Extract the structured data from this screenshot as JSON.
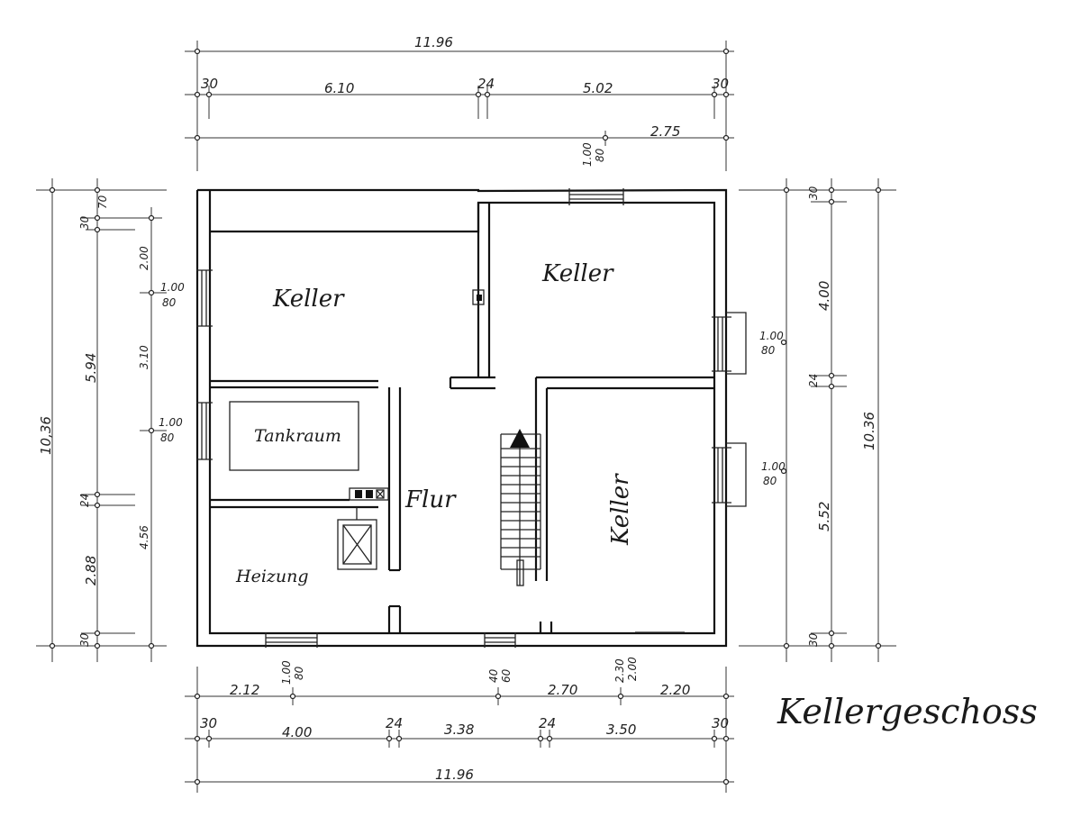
{
  "title": "Kellergeschoss",
  "rooms": {
    "keller_nw": "Keller",
    "keller_ne": "Keller",
    "keller_se": "Keller",
    "tankraum": "Tankraum",
    "flur": "Flur",
    "heizung": "Heizung"
  },
  "dims_top": {
    "total": "11.96",
    "wall_left": "30",
    "seg_left": "6.10",
    "wall_mid": "24",
    "seg_right": "5.02",
    "wall_right": "30",
    "win_w": "1.00",
    "win_h": "80",
    "seg_275": "2.75"
  },
  "dims_bottom": {
    "seg_212": "2.12",
    "win_w": "1.00",
    "win_h": "80",
    "door_w": "40",
    "door_h": "60",
    "seg_270": "2.70",
    "win2_w": "2.30",
    "win2_h": "2.00",
    "seg_220": "2.20",
    "wall_left": "30",
    "seg_400": "4.00",
    "wall_mid1": "24",
    "seg_338": "3.38",
    "wall_mid2": "24",
    "seg_350": "3.50",
    "wall_right": "30",
    "total": "11.96"
  },
  "dims_left": {
    "total": "10,36",
    "seg_594": "5.94",
    "wall_top": "30",
    "wall_top2": "70",
    "seg_200": "2.00",
    "win1_w": "1.00",
    "win1_h": "80",
    "seg_310": "3.10",
    "win2_w": "1.00",
    "win2_h": "80",
    "wall_mid": "24",
    "seg_288": "2.88",
    "seg_456": "4.56",
    "wall_bottom": "30"
  },
  "dims_right": {
    "wall_top": "30",
    "seg_400": "4.00",
    "total": "10.36",
    "win1_w": "1.00",
    "win1_h": "80",
    "wall_mid": "24",
    "win2_w": "1.00",
    "win2_h": "80",
    "seg_552": "5.52",
    "wall_bottom": "30"
  }
}
